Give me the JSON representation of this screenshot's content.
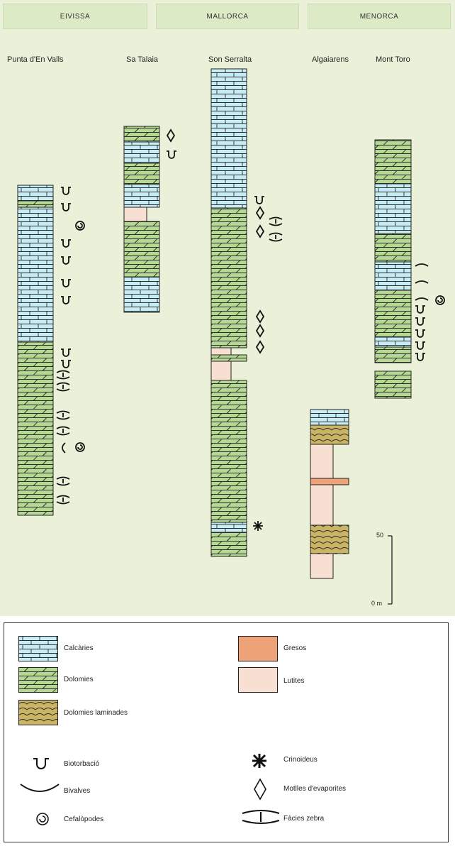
{
  "regions": [
    {
      "key": "eivissa",
      "label": "EIVISSA"
    },
    {
      "key": "mallorca",
      "label": "MALLORCA"
    },
    {
      "key": "menorca",
      "label": "MENORCA"
    }
  ],
  "sections": [
    {
      "key": "punta",
      "label": "Punta d'En Valls"
    },
    {
      "key": "talaia",
      "label": "Sa Talaia"
    },
    {
      "key": "serralta",
      "label": "Son Serralta"
    },
    {
      "key": "algaiarens",
      "label": "Algaiarens"
    },
    {
      "key": "monttoro",
      "label": "Mont Toro"
    }
  ],
  "scale": {
    "top_label": "50",
    "bottom_label": "0 m"
  },
  "legend": {
    "calcaries": "Calcàries",
    "dolomies": "Dolomies",
    "dolomies_laminades": "Dolomies laminades",
    "gresos": "Gresos",
    "lutites": "Lutites",
    "biotorbacio": "Biotorbació",
    "bivalves": "Bivalves",
    "cefalopodes": "Cefalòpodes",
    "crinoideus": "Crinoideus",
    "motlles": "Motlles d'evaporites",
    "zebra": "Fàcies zebra"
  },
  "colors": {
    "calcaries": "#c6ecf5",
    "dolomies": "#b5d993",
    "dolomies_laminades": "#cbb464",
    "gresos": "#eea277",
    "lutites": "#f7dfd2",
    "background": "#eaf1d8"
  },
  "icons": [
    "biotorbacio-icon",
    "bivalve-icon",
    "cefalopode-icon",
    "crinoideus-icon",
    "evaporite-icon",
    "zebra-icon"
  ]
}
